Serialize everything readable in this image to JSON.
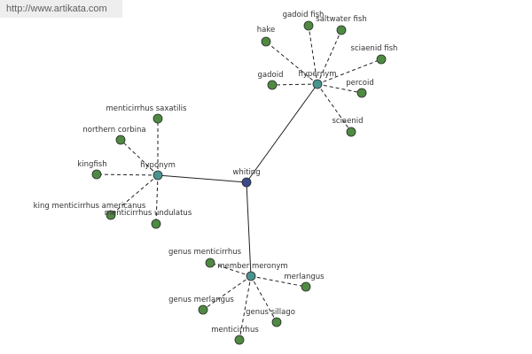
{
  "watermark": {
    "url": "http://www.artikata.com"
  },
  "colors": {
    "leaf": "#4f8a42",
    "relation": "#4a9490",
    "center": "#3b4a8c",
    "edge": "#222222"
  },
  "center": {
    "id": "whiting",
    "label": "whiting"
  },
  "relations": [
    {
      "id": "hypernym",
      "label": "hypernym",
      "leaves": [
        {
          "id": "hake",
          "label": "hake"
        },
        {
          "id": "gadoid-fish",
          "label": "gadoid fish"
        },
        {
          "id": "saltwater-fish",
          "label": "saltwater fish"
        },
        {
          "id": "sciaenid-fish",
          "label": "sciaenid fish"
        },
        {
          "id": "percoid",
          "label": "percoid"
        },
        {
          "id": "sciaenid",
          "label": "sciaenid"
        },
        {
          "id": "gadoid",
          "label": "gadoid"
        }
      ]
    },
    {
      "id": "hyponym",
      "label": "hyponym",
      "leaves": [
        {
          "id": "menticirrhus-saxatilis",
          "label": "menticirrhus saxatilis"
        },
        {
          "id": "northern-corbina",
          "label": "northern corbina"
        },
        {
          "id": "kingfish",
          "label": "kingfish"
        },
        {
          "id": "king-menticirrhus-americanus",
          "label": "king menticirrhus americanus"
        },
        {
          "id": "menticirrhus-undulatus",
          "label": "menticirrhus undulatus"
        }
      ]
    },
    {
      "id": "member-meronym",
      "label": "member meronym",
      "leaves": [
        {
          "id": "genus-menticirrhus",
          "label": "genus menticirrhus"
        },
        {
          "id": "merlangus",
          "label": "merlangus"
        },
        {
          "id": "genus-sillago",
          "label": "genus sillago"
        },
        {
          "id": "menticirrhus",
          "label": "menticirrhus"
        },
        {
          "id": "genus-merlangus",
          "label": "genus merlangus"
        }
      ]
    }
  ]
}
